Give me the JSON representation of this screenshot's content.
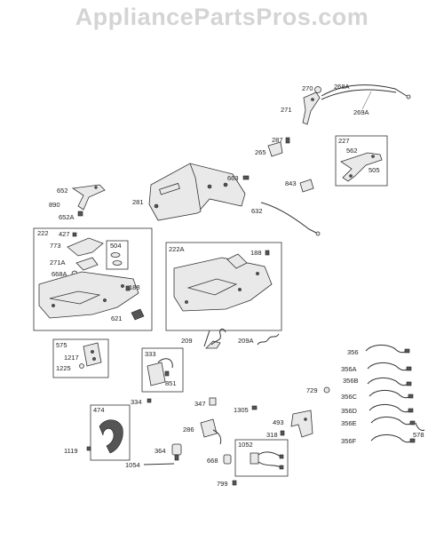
{
  "header": {
    "watermark": "AppliancePartsPros.com"
  },
  "labels": {
    "p270": "270",
    "p268A": "268A",
    "p271": "271",
    "p269A": "269A",
    "p287": "287",
    "p265": "265",
    "p227": "227",
    "p562": "562",
    "p505": "505",
    "p663": "663",
    "p843": "843",
    "p281": "281",
    "p632": "632",
    "p652": "652",
    "p890": "890",
    "p652A": "652A",
    "p222": "222",
    "p427": "427",
    "p773": "773",
    "p504": "504",
    "p271A": "271A",
    "p668A": "668A",
    "p188a": "188",
    "p621": "621",
    "p222A": "222A",
    "p188b": "188",
    "p575": "575",
    "p1217": "1217",
    "p1225": "1225",
    "p333": "333",
    "p851": "851",
    "p209": "209",
    "p209A": "209A",
    "p356": "356",
    "p356A": "356A",
    "p356B": "356B",
    "p356C": "356C",
    "p356D": "356D",
    "p356E": "356E",
    "p356F": "356F",
    "p729": "729",
    "p578": "578",
    "p334": "334",
    "p347": "347",
    "p1305": "1305",
    "p493": "493",
    "p318": "318",
    "p474": "474",
    "p286": "286",
    "p1119": "1119",
    "p364": "364",
    "p1054": "1054",
    "p1052": "1052",
    "p668": "668",
    "p799": "799"
  }
}
